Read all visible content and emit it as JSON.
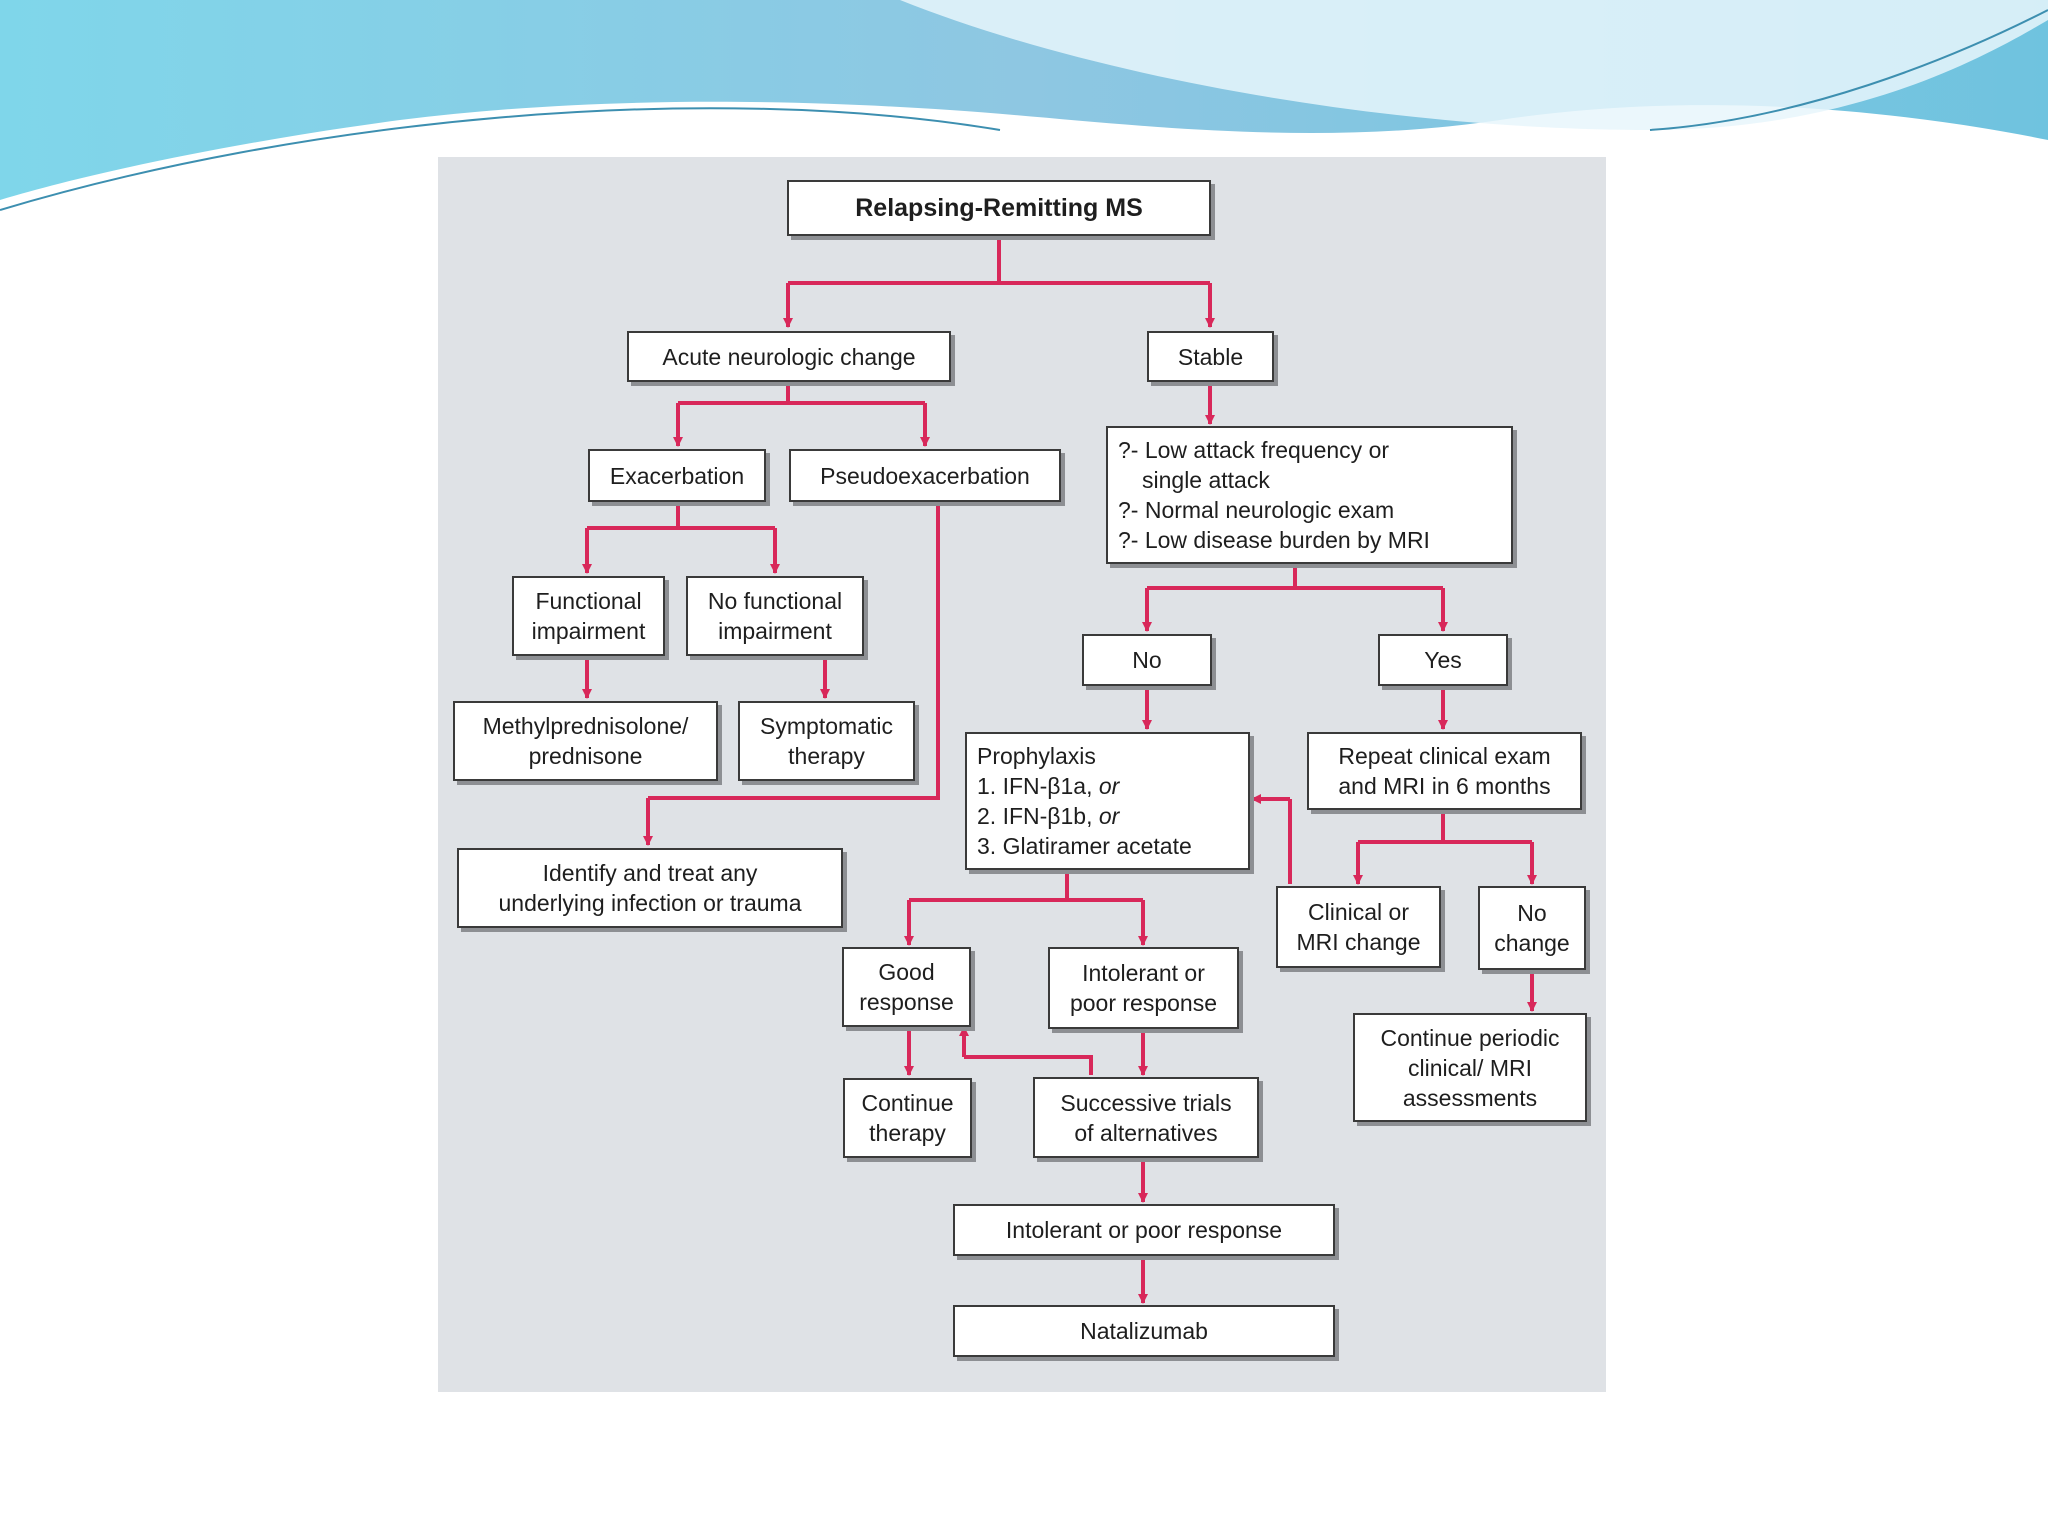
{
  "theme": {
    "connector_color": "#d8285a",
    "panel_color": "#dfe2e6",
    "banner_color": "#7dc6e0"
  },
  "diagram": {
    "title": "Relapsing-Remitting MS",
    "acute": "Acute neurologic change",
    "stable": "Stable",
    "exacerbation": "Exacerbation",
    "pseudoexacerbation": "Pseudoexacerbation",
    "functional": [
      "Functional",
      "impairment"
    ],
    "no_functional": [
      "No functional",
      "impairment"
    ],
    "methylpred": [
      "Methylprednisolone/",
      "prednisone"
    ],
    "symptomatic": [
      "Symptomatic",
      "therapy"
    ],
    "identify": [
      "Identify and treat any",
      "underlying infection or trauma"
    ],
    "criteria": [
      "?- Low attack frequency or",
      "single attack",
      "?- Normal neurologic exam",
      "?- Low disease burden by MRI"
    ],
    "no": "No",
    "yes": "Yes",
    "prophylaxis": [
      "Prophylaxis",
      "1. IFN-β1a, ",
      "or",
      "2. IFN-β1b, ",
      "or",
      "3. Glatiramer acetate"
    ],
    "repeat": [
      "Repeat clinical exam",
      "and MRI in 6 months"
    ],
    "clinical_change": [
      "Clinical or",
      "MRI change"
    ],
    "no_change": [
      "No",
      "change"
    ],
    "good_response": [
      "Good",
      "response"
    ],
    "intolerant1": [
      "Intolerant or",
      "poor response"
    ],
    "continue_periodic": [
      "Continue periodic",
      "clinical/ MRI",
      "assessments"
    ],
    "continue_therapy": [
      "Continue",
      "therapy"
    ],
    "successive": [
      "Successive trials",
      "of alternatives"
    ],
    "intolerant2": "Intolerant or poor response",
    "natalizumab": "Natalizumab"
  }
}
